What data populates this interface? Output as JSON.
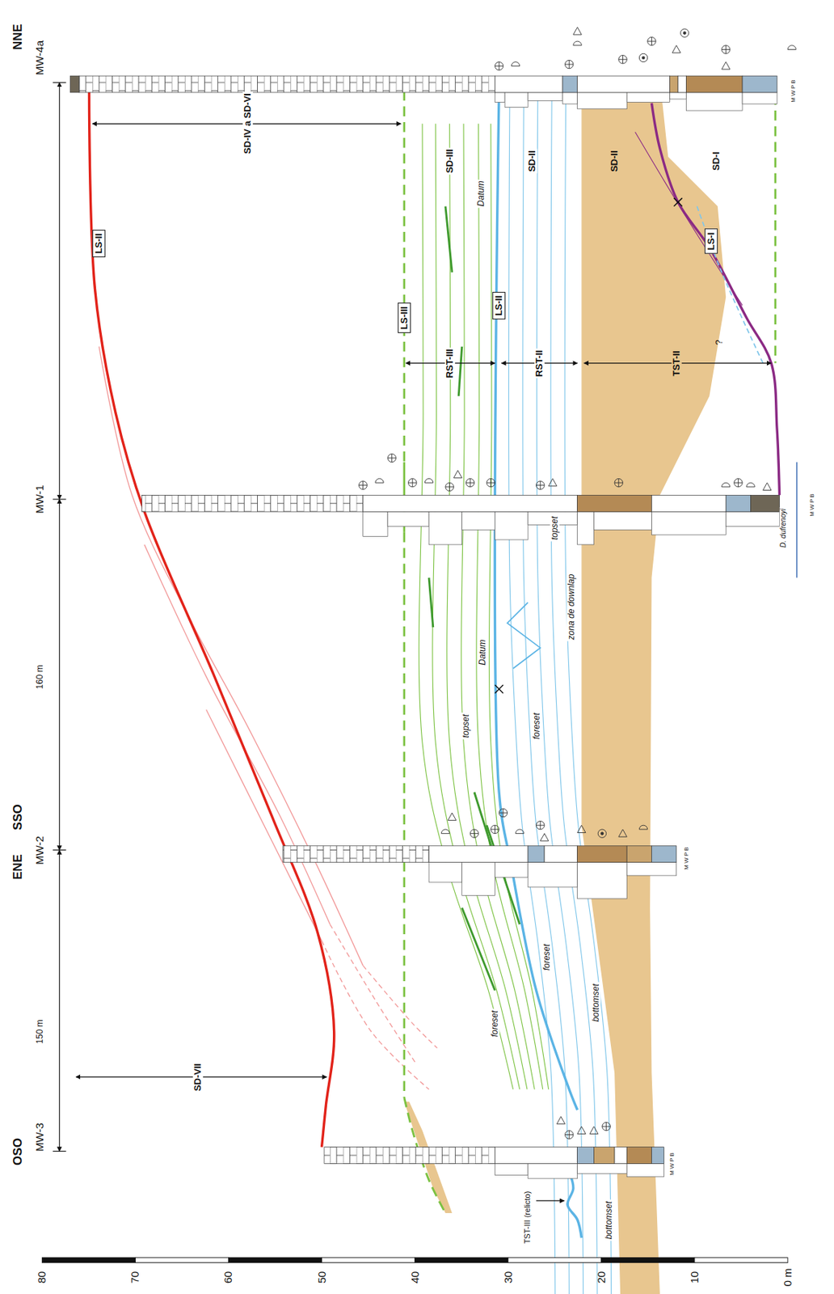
{
  "diagram": {
    "nodes": [
      {
        "text": [
          "LS-II"
        ]
      },
      {
        "text": [
          "LS-III"
        ]
      },
      {
        "text": [
          "LS-II"
        ]
      },
      {
        "text": [
          "LS-I"
        ]
      }
    ],
    "labels": [
      "NNE",
      "MW-4a",
      "SD-IV a SD-VI",
      "SD-III",
      "SD-II",
      "SD-II",
      "SD-I",
      "Datum",
      "RST-III",
      "RST-II",
      "TST-II",
      "?",
      "MW-1",
      "topset",
      "Datum",
      "zona de downlap",
      "topset",
      "foreset",
      "160 m",
      "ENE",
      "SSO",
      "MW-2",
      "foreset",
      "bottomset",
      "foreset",
      "150 m",
      "SD-VII",
      "OSO",
      "MW-3",
      "TST-III (relicto)",
      "bottomset",
      "D. dufrenoyi",
      "M W P B",
      "M W P B",
      "M W P B",
      "M W P B",
      "80",
      "70",
      "60",
      "50",
      "40",
      "30",
      "20",
      "10",
      "0 m"
    ]
  }
}
